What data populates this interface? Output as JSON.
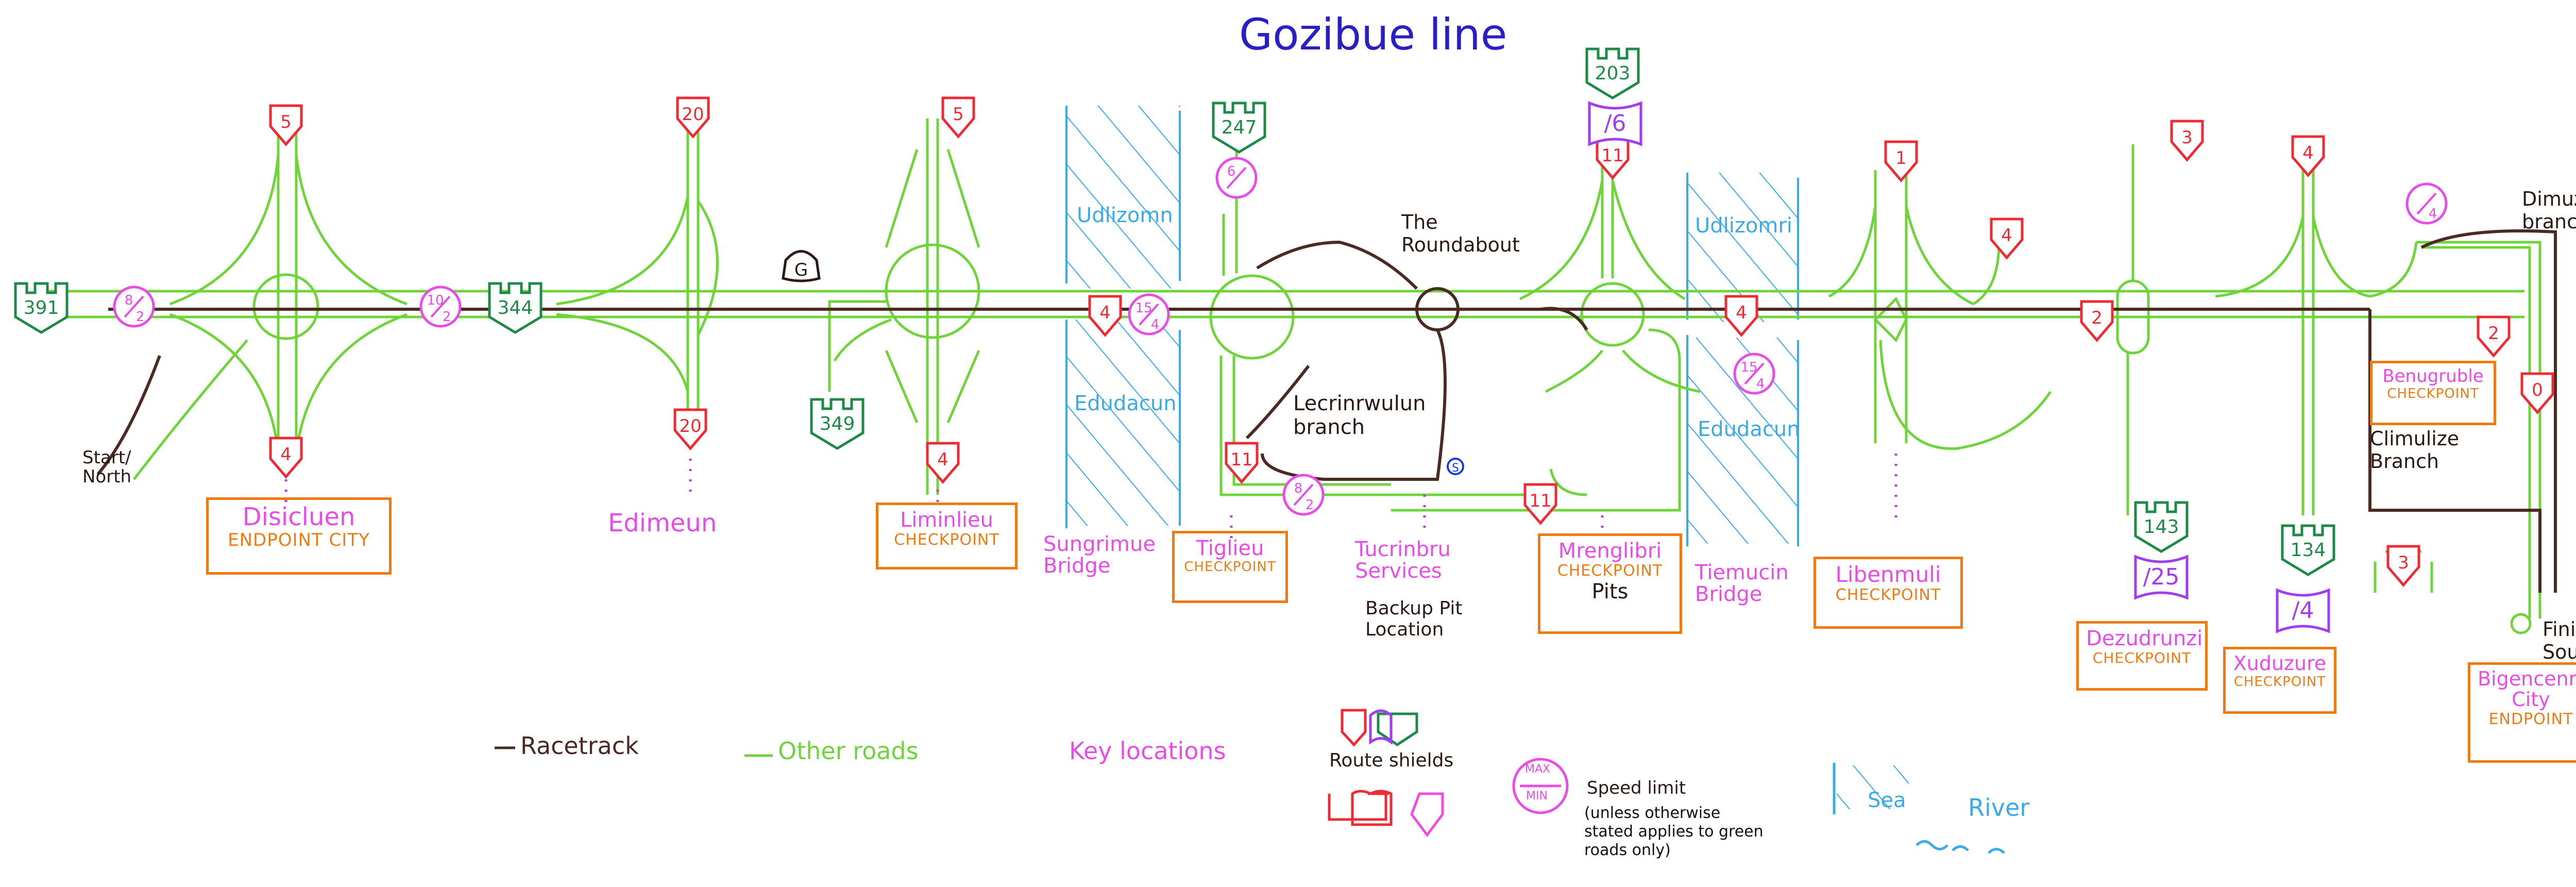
{
  "title": "Gozibue line",
  "colors": {
    "racetrack": "#4a2a22",
    "other_roads": "#6fd43a",
    "key_locations": "#e94be9",
    "checkpoint": "#f07a12",
    "red_shield": "#ee2b35",
    "green_shield": "#1f8a48",
    "purple_shield": "#a23cf0",
    "water": "#3aaae8",
    "title": "#2a1fc4"
  },
  "route_shields": {
    "red": [
      {
        "id": "r5a",
        "num": "5"
      },
      {
        "id": "r4a",
        "num": "4"
      },
      {
        "id": "r20a",
        "num": "20"
      },
      {
        "id": "r20b",
        "num": "20"
      },
      {
        "id": "r5b",
        "num": "5"
      },
      {
        "id": "r4b",
        "num": "4"
      },
      {
        "id": "r4c",
        "num": "4"
      },
      {
        "id": "r11a",
        "num": "11"
      },
      {
        "id": "r11b",
        "num": "11"
      },
      {
        "id": "r11c",
        "num": "11"
      },
      {
        "id": "r4d",
        "num": "4"
      },
      {
        "id": "r1",
        "num": "1"
      },
      {
        "id": "r4e",
        "num": "4"
      },
      {
        "id": "r2a",
        "num": "2"
      },
      {
        "id": "r3a",
        "num": "3"
      },
      {
        "id": "r4f",
        "num": "4"
      },
      {
        "id": "r2b",
        "num": "2"
      },
      {
        "id": "r0",
        "num": "0"
      },
      {
        "id": "r3b",
        "num": "3"
      }
    ],
    "green": [
      {
        "id": "g391",
        "num": "391"
      },
      {
        "id": "g344",
        "num": "344"
      },
      {
        "id": "g349",
        "num": "349"
      },
      {
        "id": "g247",
        "num": "247"
      },
      {
        "id": "g203",
        "num": "203"
      },
      {
        "id": "g143",
        "num": "143"
      },
      {
        "id": "g134",
        "num": "134"
      }
    ],
    "purple": [
      {
        "id": "p6",
        "num": "/6"
      },
      {
        "id": "p25",
        "num": "/25"
      },
      {
        "id": "p4",
        "num": "/4"
      }
    ],
    "black": [
      {
        "id": "bG",
        "num": "G"
      }
    ]
  },
  "speed_limits": [
    {
      "id": "s1",
      "max": "8",
      "min": "2"
    },
    {
      "id": "s2",
      "max": "10",
      "min": "2"
    },
    {
      "id": "s3",
      "max": "15",
      "min": "4"
    },
    {
      "id": "s4",
      "max": "6",
      "min": ""
    },
    {
      "id": "s5",
      "max": "8",
      "min": "2"
    },
    {
      "id": "s6",
      "max": "15",
      "min": "4"
    },
    {
      "id": "s7",
      "max": "",
      "min": "4"
    }
  ],
  "services_marker": "S",
  "labels": {
    "start": "Start/ North",
    "finish": "Finish/ South",
    "roundabout": "The Roundabout",
    "lecrinrwulun": "Lecrinrwulun branch",
    "dimuzrinbe": "Dimuzrinbe branch",
    "climulize": "Climulize Branch",
    "edimeun": "Edimeun",
    "sungrimue": "Sungrimue Bridge",
    "tiemucin": "Tiemucin Bridge",
    "tucrinbru": "Tucrinbru Services",
    "backup_pit": "Backup Pit Location"
  },
  "water": [
    {
      "north": "Udlizomn",
      "south": "Edudacun"
    },
    {
      "north": "Udlizomri",
      "south": "Edudacun"
    }
  ],
  "locations": [
    {
      "name": "Disicluen",
      "type": "ENDPOINT CITY",
      "note": ""
    },
    {
      "name": "Liminlieu",
      "type": "CHECKPOINT",
      "note": ""
    },
    {
      "name": "Tiglieu",
      "type": "CHECKPOINT",
      "note": ""
    },
    {
      "name": "Mrenglibri",
      "type": "CHECKPOINT",
      "note": "Pits"
    },
    {
      "name": "Libenmuli",
      "type": "CHECKPOINT",
      "note": ""
    },
    {
      "name": "Dezudrunzi",
      "type": "CHECKPOINT",
      "note": ""
    },
    {
      "name": "Xuduzure",
      "type": "CHECKPOINT",
      "note": ""
    },
    {
      "name": "Benugruble",
      "type": "CHECKPOINT",
      "note": ""
    },
    {
      "name": "Bigencenryin City",
      "type": "ENDPOINT",
      "note": ""
    }
  ],
  "legend": {
    "racetrack": "Racetrack",
    "other_roads": "Other roads",
    "key_locations": "Key locations",
    "route_shields": "Route shields",
    "speed_limit_max": "MAX",
    "speed_limit_min": "MIN",
    "speed_limit": "Speed limit",
    "speed_limit_note": "(unless otherwise stated applies to green roads only)",
    "sea": "Sea",
    "river": "River"
  }
}
